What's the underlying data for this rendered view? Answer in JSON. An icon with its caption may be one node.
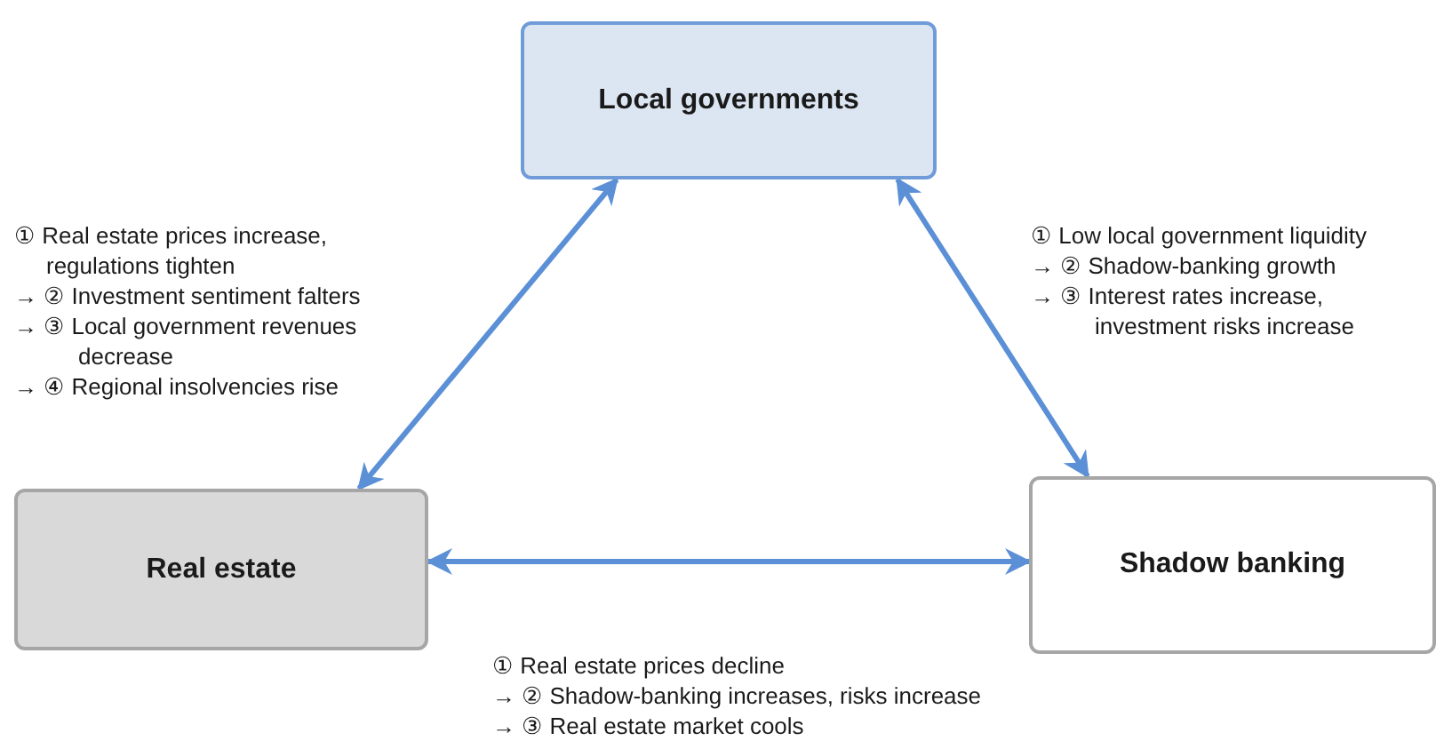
{
  "diagram": {
    "nodes": [
      {
        "text": [
          "Local governments"
        ]
      },
      {
        "text": [
          "Real estate"
        ]
      },
      {
        "text": [
          "Shadow banking"
        ]
      }
    ],
    "edges": [
      {
        "from": 0,
        "to": 1,
        "arrow": "both"
      },
      {
        "from": 0,
        "to": 2,
        "arrow": "both"
      },
      {
        "from": 1,
        "to": 2,
        "arrow": "both"
      }
    ],
    "labels": [
      "① Real estate prices increase, regulations tighten",
      "→ ② Investment sentiment falters",
      "→ ③ Local government revenues decrease",
      "→ ④ Regional insolvencies rise",
      "① Low local government liquidity",
      "→ ② Shadow-banking growth",
      "→ ③ Interest rates increase, investment risks increase",
      "① Real estate prices decline",
      "→ ② Shadow-banking increases, risks increase",
      "→ ③ Real estate market cools"
    ]
  }
}
